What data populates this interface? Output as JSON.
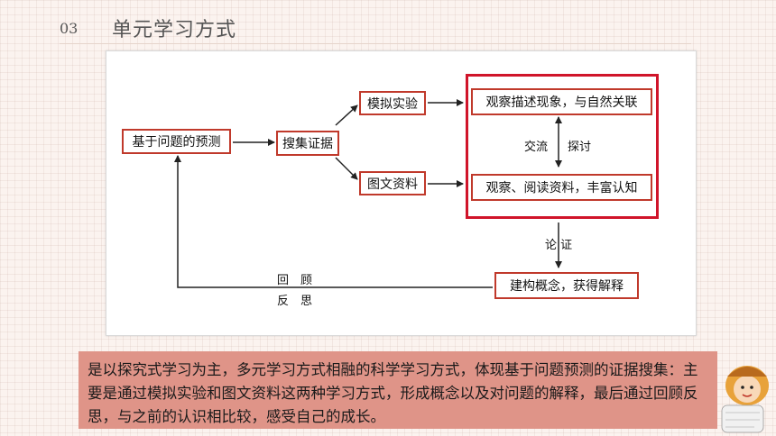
{
  "header": {
    "section_num": "03",
    "title": "单元学习方式"
  },
  "diagram": {
    "nodes": {
      "predict": "基于问题的预测",
      "collect": "搜集证据",
      "simulate": "模拟实验",
      "graphic": "图文资料",
      "observe_describe": "观察描述现象，与自然关联",
      "observe_read": "观察、阅读资料，丰富认知",
      "build": "建构概念，获得解释"
    },
    "labels": {
      "exchange": "交流",
      "discuss": "探讨",
      "argue": "论 证",
      "review": "回　顾",
      "reflect": "反　思"
    }
  },
  "note": {
    "text": "是以探究式学习为主，多元学习方式相融的科学学习方式，体现基于问题预测的证据搜集：主要是通过模拟实验和图文资料这两种学习方式，形成概念以及对问题的解释，最后通过回顾反思，与之前的认识相比较，感受自己的成长。"
  }
}
